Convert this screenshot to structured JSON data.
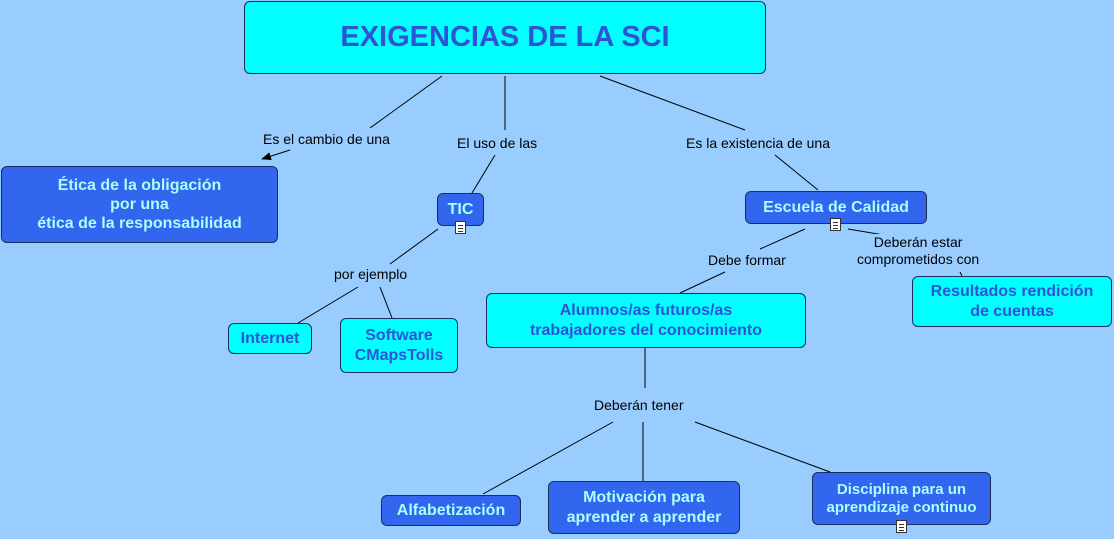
{
  "nodes": {
    "title": "EXIGENCIAS DE LA SCI",
    "etica": "Ética de la obligación\npor una\nética de la responsabilidad",
    "tic": "TIC",
    "escuela": "Escuela de Calidad",
    "internet": "Internet",
    "software": "Software\nCMapsTolls",
    "alumnos": "Alumnos/as futuros/as\ntrabajadores del conocimiento",
    "resultados": "Resultados rendición\nde cuentas",
    "alfabetizacion": "Alfabetización",
    "motivacion": "Motivación para\naprender a aprender",
    "disciplina": "Disciplina para un\naprendizaje continuo"
  },
  "links": {
    "cambio": "Es el cambio de una",
    "uso": "El uso de las",
    "existencia": "Es la existencia de una",
    "ejemplo": "por ejemplo",
    "formar": "Debe formar",
    "comprometidos": "Deberán estar\ncomprometidos con",
    "tener": "Deberán tener"
  },
  "colors": {
    "background": "#99ccff",
    "node_cyan": "#00ffff",
    "node_blue": "#3366ee",
    "text_on_cyan": "#2a55d4",
    "text_on_blue": "#a8ffff"
  },
  "icons": [
    "document-icon",
    "document-icon",
    "document-icon"
  ]
}
